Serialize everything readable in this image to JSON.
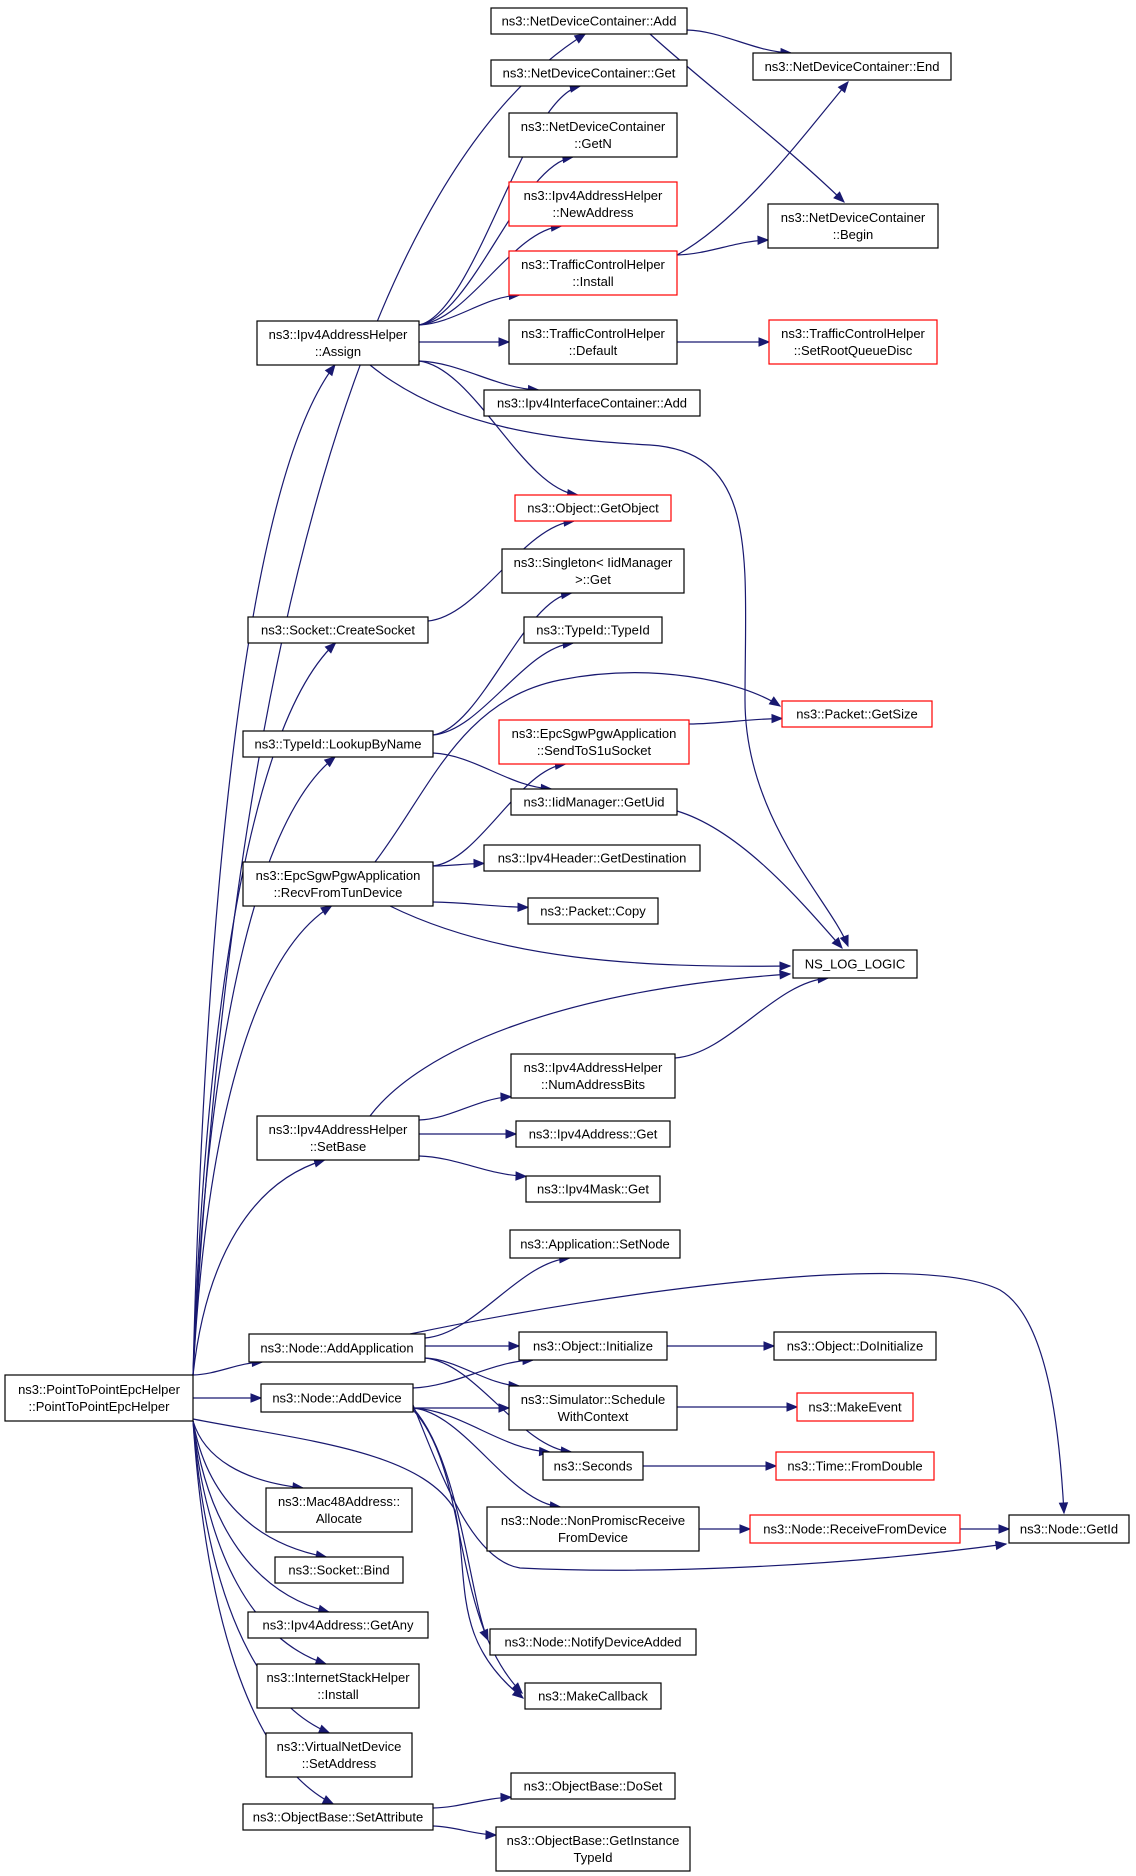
{
  "colors": {
    "edge": "#191970",
    "node_border": "#000000",
    "node_border_truncated": "#ff0000",
    "root_fill": "#bfbfbf",
    "node_fill": "#ffffff"
  },
  "root": "PointToPointEpcHelper",
  "nodes": {
    "PointToPointEpcHelper": {
      "lines": [
        "ns3::PointToPointEpcHelper",
        "::PointToPointEpcHelper"
      ],
      "style": "root"
    },
    "NetDeviceContainerAdd": {
      "lines": [
        "ns3::NetDeviceContainer::Add"
      ],
      "style": "normal"
    },
    "NetDeviceContainerEnd": {
      "lines": [
        "ns3::NetDeviceContainer::End"
      ],
      "style": "normal"
    },
    "NetDeviceContainerGet": {
      "lines": [
        "ns3::NetDeviceContainer::Get"
      ],
      "style": "normal"
    },
    "NetDeviceContainerGetN": {
      "lines": [
        "ns3::NetDeviceContainer",
        "::GetN"
      ],
      "style": "normal"
    },
    "Ipv4AddressHelperNewAddress": {
      "lines": [
        "ns3::Ipv4AddressHelper",
        "::NewAddress"
      ],
      "style": "truncated"
    },
    "NetDeviceContainerBegin": {
      "lines": [
        "ns3::NetDeviceContainer",
        "::Begin"
      ],
      "style": "normal"
    },
    "TrafficControlHelperInstall": {
      "lines": [
        "ns3::TrafficControlHelper",
        "::Install"
      ],
      "style": "truncated"
    },
    "Ipv4AddressHelperAssign": {
      "lines": [
        "ns3::Ipv4AddressHelper",
        "::Assign"
      ],
      "style": "normal"
    },
    "TrafficControlHelperDefault": {
      "lines": [
        "ns3::TrafficControlHelper",
        "::Default"
      ],
      "style": "normal"
    },
    "TrafficControlHelperSetRootQueueDisc": {
      "lines": [
        "ns3::TrafficControlHelper",
        "::SetRootQueueDisc"
      ],
      "style": "truncated"
    },
    "Ipv4InterfaceContainerAdd": {
      "lines": [
        "ns3::Ipv4InterfaceContainer::Add"
      ],
      "style": "normal"
    },
    "ObjectGetObject": {
      "lines": [
        "ns3::Object::GetObject"
      ],
      "style": "truncated"
    },
    "SingletonIidManagerGet": {
      "lines": [
        "ns3::Singleton< IidManager",
        ">::Get"
      ],
      "style": "normal"
    },
    "SocketCreateSocket": {
      "lines": [
        "ns3::Socket::CreateSocket"
      ],
      "style": "normal"
    },
    "TypeIdTypeId": {
      "lines": [
        "ns3::TypeId::TypeId"
      ],
      "style": "normal"
    },
    "PacketGetSize": {
      "lines": [
        "ns3::Packet::GetSize"
      ],
      "style": "truncated"
    },
    "EpcSendToS1uSocket": {
      "lines": [
        "ns3::EpcSgwPgwApplication",
        "::SendToS1uSocket"
      ],
      "style": "truncated"
    },
    "TypeIdLookupByName": {
      "lines": [
        "ns3::TypeId::LookupByName"
      ],
      "style": "normal"
    },
    "IidManagerGetUid": {
      "lines": [
        "ns3::IidManager::GetUid"
      ],
      "style": "normal"
    },
    "Ipv4HeaderGetDestination": {
      "lines": [
        "ns3::Ipv4Header::GetDestination"
      ],
      "style": "normal"
    },
    "EpcRecvFromTunDevice": {
      "lines": [
        "ns3::EpcSgwPgwApplication",
        "::RecvFromTunDevice"
      ],
      "style": "normal"
    },
    "PacketCopy": {
      "lines": [
        "ns3::Packet::Copy"
      ],
      "style": "normal"
    },
    "NS_LOG_LOGIC": {
      "lines": [
        "NS_LOG_LOGIC"
      ],
      "style": "normal"
    },
    "Ipv4AddressHelperNumAddressBits": {
      "lines": [
        "ns3::Ipv4AddressHelper",
        "::NumAddressBits"
      ],
      "style": "normal"
    },
    "Ipv4AddressHelperSetBase": {
      "lines": [
        "ns3::Ipv4AddressHelper",
        "::SetBase"
      ],
      "style": "normal"
    },
    "Ipv4AddressGet": {
      "lines": [
        "ns3::Ipv4Address::Get"
      ],
      "style": "normal"
    },
    "Ipv4MaskGet": {
      "lines": [
        "ns3::Ipv4Mask::Get"
      ],
      "style": "normal"
    },
    "ApplicationSetNode": {
      "lines": [
        "ns3::Application::SetNode"
      ],
      "style": "normal"
    },
    "NodeAddApplication": {
      "lines": [
        "ns3::Node::AddApplication"
      ],
      "style": "normal"
    },
    "ObjectInitialize": {
      "lines": [
        "ns3::Object::Initialize"
      ],
      "style": "normal"
    },
    "ObjectDoInitialize": {
      "lines": [
        "ns3::Object::DoInitialize"
      ],
      "style": "normal"
    },
    "NodeAddDevice": {
      "lines": [
        "ns3::Node::AddDevice"
      ],
      "style": "normal"
    },
    "SimulatorScheduleWithContext": {
      "lines": [
        "ns3::Simulator::Schedule",
        "WithContext"
      ],
      "style": "normal"
    },
    "MakeEvent": {
      "lines": [
        "ns3::MakeEvent"
      ],
      "style": "truncated"
    },
    "Seconds": {
      "lines": [
        "ns3::Seconds"
      ],
      "style": "normal"
    },
    "TimeFromDouble": {
      "lines": [
        "ns3::Time::FromDouble"
      ],
      "style": "truncated"
    },
    "Mac48AddressAllocate": {
      "lines": [
        "ns3::Mac48Address::",
        "Allocate"
      ],
      "style": "normal"
    },
    "NodeNonPromiscReceiveFromDevice": {
      "lines": [
        "ns3::Node::NonPromiscReceive",
        "FromDevice"
      ],
      "style": "normal"
    },
    "NodeReceiveFromDevice": {
      "lines": [
        "ns3::Node::ReceiveFromDevice"
      ],
      "style": "truncated"
    },
    "NodeGetId": {
      "lines": [
        "ns3::Node::GetId"
      ],
      "style": "normal"
    },
    "SocketBind": {
      "lines": [
        "ns3::Socket::Bind"
      ],
      "style": "normal"
    },
    "Ipv4AddressGetAny": {
      "lines": [
        "ns3::Ipv4Address::GetAny"
      ],
      "style": "normal"
    },
    "NodeNotifyDeviceAdded": {
      "lines": [
        "ns3::Node::NotifyDeviceAdded"
      ],
      "style": "normal"
    },
    "InternetStackHelperInstall": {
      "lines": [
        "ns3::InternetStackHelper",
        "::Install"
      ],
      "style": "normal"
    },
    "MakeCallback": {
      "lines": [
        "ns3::MakeCallback"
      ],
      "style": "normal"
    },
    "VirtualNetDeviceSetAddress": {
      "lines": [
        "ns3::VirtualNetDevice",
        "::SetAddress"
      ],
      "style": "normal"
    },
    "ObjectBaseDoSet": {
      "lines": [
        "ns3::ObjectBase::DoSet"
      ],
      "style": "normal"
    },
    "ObjectBaseSetAttribute": {
      "lines": [
        "ns3::ObjectBase::SetAttribute"
      ],
      "style": "normal"
    },
    "ObjectBaseGetInstanceTypeId": {
      "lines": [
        "ns3::ObjectBase::GetInstance",
        "TypeId"
      ],
      "style": "normal"
    }
  },
  "edges": [
    [
      "PointToPointEpcHelper",
      "NetDeviceContainerAdd"
    ],
    [
      "PointToPointEpcHelper",
      "Ipv4AddressHelperAssign"
    ],
    [
      "PointToPointEpcHelper",
      "SocketCreateSocket"
    ],
    [
      "PointToPointEpcHelper",
      "TypeIdLookupByName"
    ],
    [
      "PointToPointEpcHelper",
      "EpcRecvFromTunDevice"
    ],
    [
      "PointToPointEpcHelper",
      "Ipv4AddressHelperSetBase"
    ],
    [
      "PointToPointEpcHelper",
      "NodeAddApplication"
    ],
    [
      "PointToPointEpcHelper",
      "NodeAddDevice"
    ],
    [
      "PointToPointEpcHelper",
      "Mac48AddressAllocate"
    ],
    [
      "PointToPointEpcHelper",
      "SocketBind"
    ],
    [
      "PointToPointEpcHelper",
      "Ipv4AddressGetAny"
    ],
    [
      "PointToPointEpcHelper",
      "InternetStackHelperInstall"
    ],
    [
      "PointToPointEpcHelper",
      "VirtualNetDeviceSetAddress"
    ],
    [
      "PointToPointEpcHelper",
      "ObjectBaseSetAttribute"
    ],
    [
      "PointToPointEpcHelper",
      "MakeCallback"
    ],
    [
      "NetDeviceContainerAdd",
      "NetDeviceContainerEnd"
    ],
    [
      "NetDeviceContainerAdd",
      "NetDeviceContainerBegin"
    ],
    [
      "Ipv4AddressHelperAssign",
      "NetDeviceContainerGet"
    ],
    [
      "Ipv4AddressHelperAssign",
      "NetDeviceContainerGetN"
    ],
    [
      "Ipv4AddressHelperAssign",
      "Ipv4AddressHelperNewAddress"
    ],
    [
      "Ipv4AddressHelperAssign",
      "TrafficControlHelperInstall"
    ],
    [
      "Ipv4AddressHelperAssign",
      "TrafficControlHelperDefault"
    ],
    [
      "Ipv4AddressHelperAssign",
      "Ipv4InterfaceContainerAdd"
    ],
    [
      "Ipv4AddressHelperAssign",
      "ObjectGetObject"
    ],
    [
      "Ipv4AddressHelperAssign",
      "NS_LOG_LOGIC"
    ],
    [
      "TrafficControlHelperInstall",
      "NetDeviceContainerBegin"
    ],
    [
      "TrafficControlHelperInstall",
      "NetDeviceContainerEnd"
    ],
    [
      "TrafficControlHelperDefault",
      "TrafficControlHelperSetRootQueueDisc"
    ],
    [
      "SocketCreateSocket",
      "ObjectGetObject"
    ],
    [
      "TypeIdLookupByName",
      "SingletonIidManagerGet"
    ],
    [
      "TypeIdLookupByName",
      "TypeIdTypeId"
    ],
    [
      "TypeIdLookupByName",
      "IidManagerGetUid"
    ],
    [
      "IidManagerGetUid",
      "NS_LOG_LOGIC"
    ],
    [
      "EpcRecvFromTunDevice",
      "PacketGetSize"
    ],
    [
      "EpcRecvFromTunDevice",
      "EpcSendToS1uSocket"
    ],
    [
      "EpcRecvFromTunDevice",
      "Ipv4HeaderGetDestination"
    ],
    [
      "EpcRecvFromTunDevice",
      "PacketCopy"
    ],
    [
      "EpcRecvFromTunDevice",
      "NS_LOG_LOGIC"
    ],
    [
      "EpcSendToS1uSocket",
      "PacketGetSize"
    ],
    [
      "Ipv4AddressHelperSetBase",
      "NS_LOG_LOGIC"
    ],
    [
      "Ipv4AddressHelperSetBase",
      "Ipv4AddressHelperNumAddressBits"
    ],
    [
      "Ipv4AddressHelperSetBase",
      "Ipv4AddressGet"
    ],
    [
      "Ipv4AddressHelperSetBase",
      "Ipv4MaskGet"
    ],
    [
      "Ipv4AddressHelperNumAddressBits",
      "NS_LOG_LOGIC"
    ],
    [
      "NodeAddApplication",
      "ApplicationSetNode"
    ],
    [
      "NodeAddApplication",
      "NodeGetId"
    ],
    [
      "NodeAddApplication",
      "ObjectInitialize"
    ],
    [
      "NodeAddApplication",
      "SimulatorScheduleWithContext"
    ],
    [
      "NodeAddApplication",
      "Seconds"
    ],
    [
      "ObjectInitialize",
      "ObjectDoInitialize"
    ],
    [
      "NodeAddDevice",
      "ObjectInitialize"
    ],
    [
      "NodeAddDevice",
      "SimulatorScheduleWithContext"
    ],
    [
      "NodeAddDevice",
      "Seconds"
    ],
    [
      "NodeAddDevice",
      "NodeNonPromiscReceiveFromDevice"
    ],
    [
      "NodeAddDevice",
      "NodeGetId"
    ],
    [
      "NodeAddDevice",
      "NodeNotifyDeviceAdded"
    ],
    [
      "NodeAddDevice",
      "MakeCallback"
    ],
    [
      "SimulatorScheduleWithContext",
      "MakeEvent"
    ],
    [
      "Seconds",
      "TimeFromDouble"
    ],
    [
      "NodeNonPromiscReceiveFromDevice",
      "NodeReceiveFromDevice"
    ],
    [
      "NodeReceiveFromDevice",
      "NodeGetId"
    ],
    [
      "ObjectBaseSetAttribute",
      "ObjectBaseDoSet"
    ],
    [
      "ObjectBaseSetAttribute",
      "ObjectBaseGetInstanceTypeId"
    ]
  ]
}
